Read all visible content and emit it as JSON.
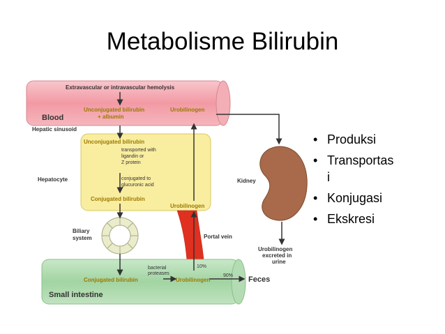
{
  "slide": {
    "title": "Metabolisme Bilirubin"
  },
  "diagram": {
    "hemolysis": "Extravascular or intravascular hemolysis",
    "blood": "Blood",
    "unconj_albumin_1": "Unconjugated bilirubin",
    "unconj_albumin_2": "+ albumin",
    "urobilinogen_blood": "Urobilinogen",
    "hepatic_sinusoid": "Hepatic sinusoid",
    "unconj_hep": "Unconjugated bilirubin",
    "transported_1": "transported with",
    "transported_2": "ligandin or",
    "transported_3": "Z protein",
    "conjugated_to_1": "conjugated to",
    "conjugated_to_2": "glucuronic acid",
    "hepatocyte": "Hepatocyte",
    "conj_hep": "Conjugated bilirubin",
    "urobilinogen_hep": "Urobilinogen",
    "kidney": "Kidney",
    "biliary_1": "Biliary",
    "biliary_2": "system",
    "portal_vein": "Portal vein",
    "excreted_1": "Urobilinogen",
    "excreted_2": "excreted in",
    "excreted_3": "urine",
    "pct_10": "10%",
    "bacterial_1": "bacterial",
    "bacterial_2": "proteases",
    "pct_90": "90%",
    "conj_int": "Conjugated bilirubin",
    "urobilinogen_int": "Urobilinogen",
    "feces": "Feces",
    "small_intestine": "Small intestine"
  },
  "bullets": [
    {
      "text": "Produksi"
    },
    {
      "text": "Transportas"
    },
    {
      "text": "i"
    },
    {
      "text": "Konjugasi"
    },
    {
      "text": "Ekskresi"
    }
  ],
  "colors": {
    "blood": "#f2a0a8",
    "hepatocyte": "#f9eda0",
    "intestine": "#a8d8a8",
    "kidney": "#a86a4a",
    "portal_vein": "#e03020",
    "arrows": "#333333"
  }
}
